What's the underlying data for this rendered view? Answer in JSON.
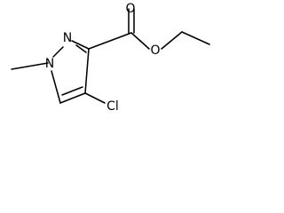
{
  "molecule": {
    "atom_labels": {
      "n_ring_top": "N",
      "n_ring_methyl": "N",
      "o_carbonyl": "O",
      "o_ester": "O",
      "chlorine": "Cl"
    },
    "bond_count": 15,
    "line_color": "#000000",
    "background": "#ffffff"
  }
}
